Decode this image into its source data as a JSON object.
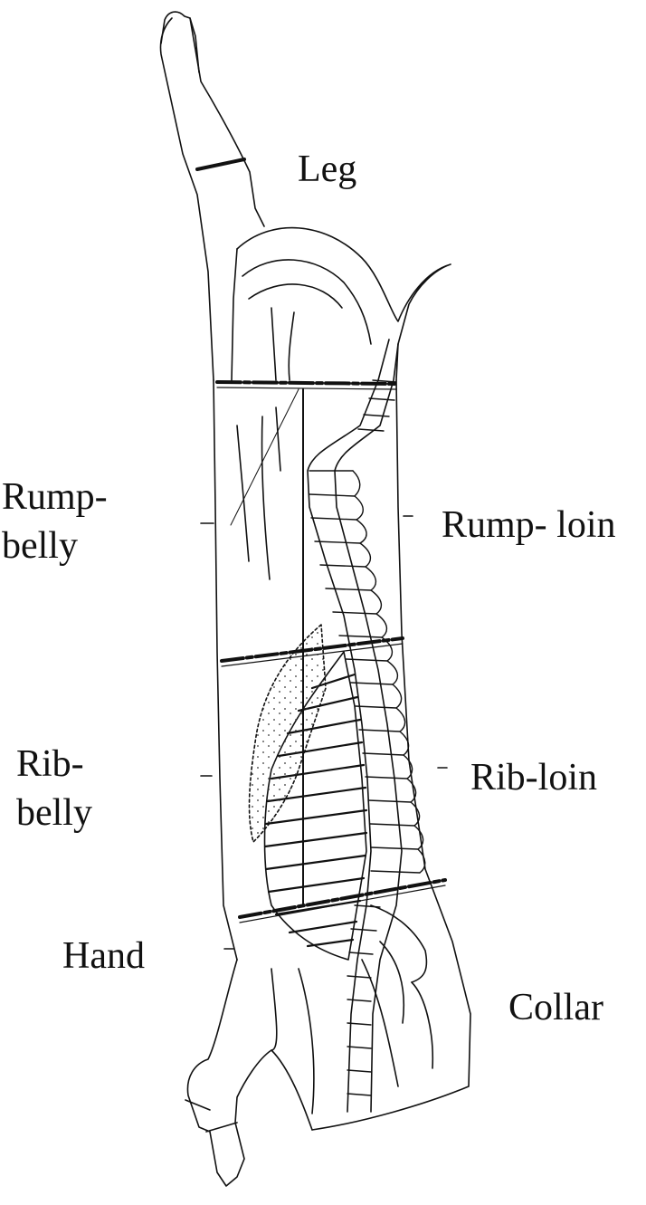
{
  "diagram": {
    "labels": {
      "leg": "Leg",
      "rump_belly": [
        "Rump-",
        "belly"
      ],
      "rump_loin": "Rump- loin",
      "rib_belly": [
        "Rib-",
        "belly"
      ],
      "rib_loin": "Rib-loin",
      "hand": "Hand",
      "collar": "Collar"
    },
    "colors": {
      "ink": "#111111",
      "background": "#ffffff"
    }
  }
}
